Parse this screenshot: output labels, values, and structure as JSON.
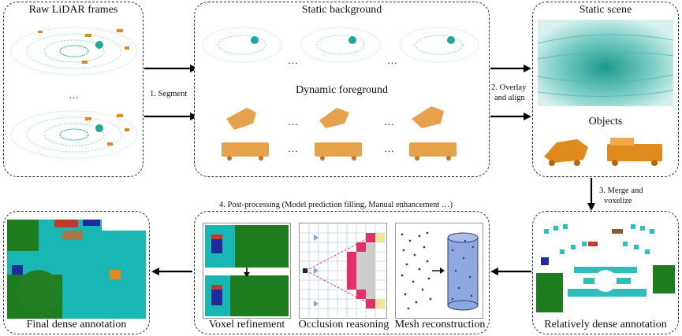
{
  "panels": {
    "raw": {
      "title": "Raw LiDAR frames",
      "ellipsis": "…"
    },
    "static": {
      "title_background": "Static background",
      "title_foreground": "Dynamic foreground",
      "ellipsis": "…"
    },
    "scene": {
      "title_scene": "Static scene",
      "title_objects": "Objects"
    },
    "dense": {
      "title": "Relatively dense annotation"
    },
    "post": {
      "title": "4. Post-processing (Model prediction filling, Manual enhancement …)",
      "captions": [
        "Voxel refinement",
        "Occlusion reasoning",
        "Mesh reconstruction"
      ]
    },
    "final": {
      "title": "Final dense annotation"
    }
  },
  "steps": {
    "segment": "1. Segment",
    "overlay_line1": "2. Overlay",
    "overlay_line2": "and align",
    "merge_line1": "3. Merge and",
    "merge_line2": "voxelize"
  },
  "colors": {
    "teal": "#1fa89c",
    "orange": "#e08a1e",
    "green": "#1e7d1e",
    "cyan": "#19b7b3",
    "border": "#1f2f55"
  }
}
